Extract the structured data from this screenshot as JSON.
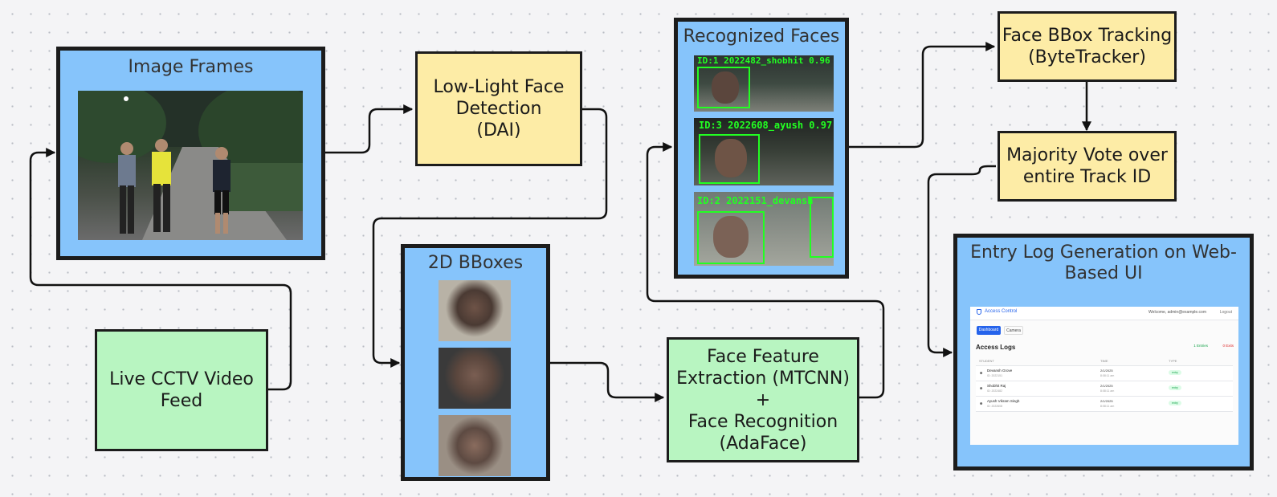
{
  "image_frames": {
    "title": "Image Frames"
  },
  "low_light": {
    "label": "Low-Light Face\nDetection\n(DAI)"
  },
  "bboxes": {
    "title": "2D BBoxes"
  },
  "recognized": {
    "title": "Recognized Faces",
    "labels": [
      "ID:1 2022482_shobhit 0.96",
      "ID:3 2022608_ayush 0.97",
      "ID:2 2022151_devansh"
    ]
  },
  "live_cctv": {
    "label": "Live CCTV Video\nFeed"
  },
  "feature_extraction": {
    "label": "Face Feature\nExtraction (MTCNN)\n+\nFace Recognition\n(AdaFace)"
  },
  "tracking": {
    "label": "Face BBox Tracking\n(ByteTracker)"
  },
  "majority_vote": {
    "label": "Majority Vote over\nentire Track ID"
  },
  "entry_log": {
    "title": "Entry Log Generation on Web-\nBased UI",
    "ui": {
      "brand": "Access Control",
      "welcome": "Welcome, admin@example.com",
      "logout": "Logout",
      "tabs": [
        "Dashboard",
        "Camera"
      ],
      "heading": "Access Logs",
      "entries": "1 Entries",
      "exits": "0 Exits",
      "columns": [
        "STUDENT",
        "TIME",
        "TYPE"
      ],
      "rows": [
        {
          "name": "Devansh Grove",
          "id": "ID: 2022151",
          "date": "2/1/2025",
          "time": "8:08:11 am",
          "type": "entry"
        },
        {
          "name": "Shobhit Raj",
          "id": "ID: 2022482",
          "date": "2/1/2025",
          "time": "8:08:11 am",
          "type": "entry"
        },
        {
          "name": "Ayush Vikram Singh",
          "id": "ID: 2022608",
          "date": "2/1/2025",
          "time": "8:08:11 am",
          "type": "entry"
        }
      ]
    }
  },
  "colors": {
    "blue": "#86c4fb",
    "yellow": "#fdeca6",
    "green": "#b8f5c1",
    "outline": "#1c1c1c",
    "detection": "#22ff22"
  }
}
